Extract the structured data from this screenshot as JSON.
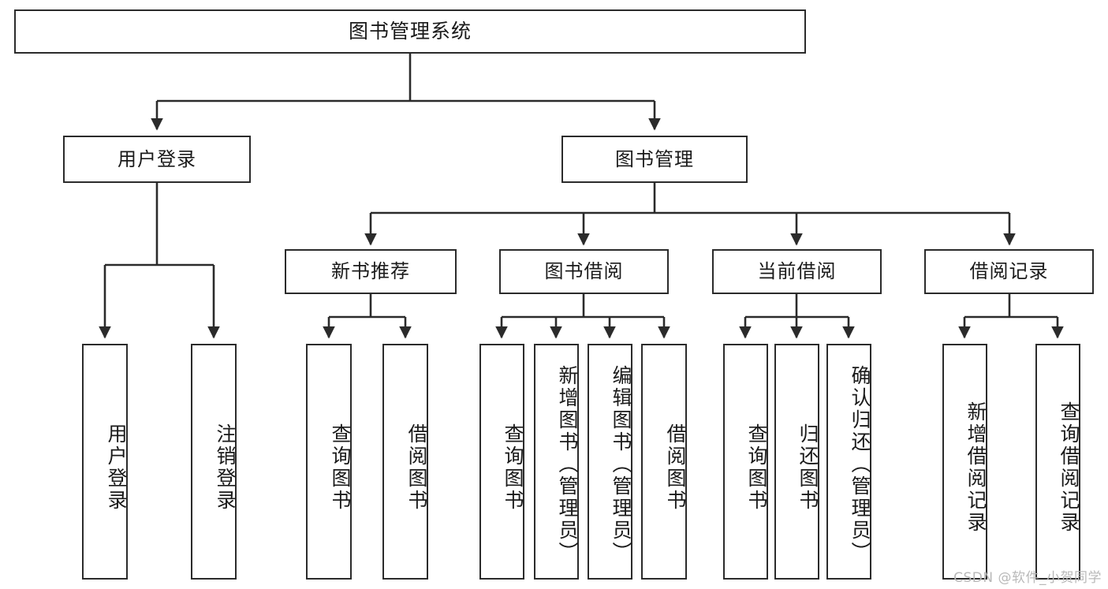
{
  "diagram": {
    "title": "图书管理系统",
    "type": "tree",
    "colors": {
      "box_border": "#2b2b2b",
      "box_fill": "#ffffff",
      "connector": "#2b2b2b",
      "background": "#ffffff",
      "watermark": "#b9b9b9"
    },
    "nodes": {
      "root": {
        "label": "图书管理系统"
      },
      "level2": [
        {
          "id": "user-login",
          "label": "用户登录"
        },
        {
          "id": "book-manage",
          "label": "图书管理"
        }
      ],
      "level3": [
        {
          "id": "new-book-recommend",
          "label": "新书推荐"
        },
        {
          "id": "book-borrow",
          "label": "图书借阅"
        },
        {
          "id": "current-borrow",
          "label": "当前借阅"
        },
        {
          "id": "borrow-record",
          "label": "借阅记录"
        }
      ],
      "leaves": {
        "user-login": [
          {
            "id": "leaf-user-login",
            "label": "用户登录"
          },
          {
            "id": "leaf-user-logout",
            "label": "注销登录"
          }
        ],
        "new-book-recommend": [
          {
            "id": "leaf-query-book-1",
            "label": "查询图书"
          },
          {
            "id": "leaf-borrow-book-1",
            "label": "借阅图书"
          }
        ],
        "book-borrow": [
          {
            "id": "leaf-query-book-2",
            "label": "查询图书"
          },
          {
            "id": "leaf-add-book",
            "label": "新增图书（管理员）"
          },
          {
            "id": "leaf-edit-book",
            "label": "编辑图书（管理员）"
          },
          {
            "id": "leaf-borrow-book-2",
            "label": "借阅图书"
          }
        ],
        "current-borrow": [
          {
            "id": "leaf-query-book-3",
            "label": "查询图书"
          },
          {
            "id": "leaf-return-book",
            "label": "归还图书"
          },
          {
            "id": "leaf-confirm-return",
            "label": "确认归还（管理员）"
          }
        ],
        "borrow-record": [
          {
            "id": "leaf-add-record",
            "label": "新增借阅记录"
          },
          {
            "id": "leaf-query-record",
            "label": "查询借阅记录"
          }
        ]
      }
    }
  },
  "watermark": {
    "text": "CSDN @软件_小贺同学"
  }
}
